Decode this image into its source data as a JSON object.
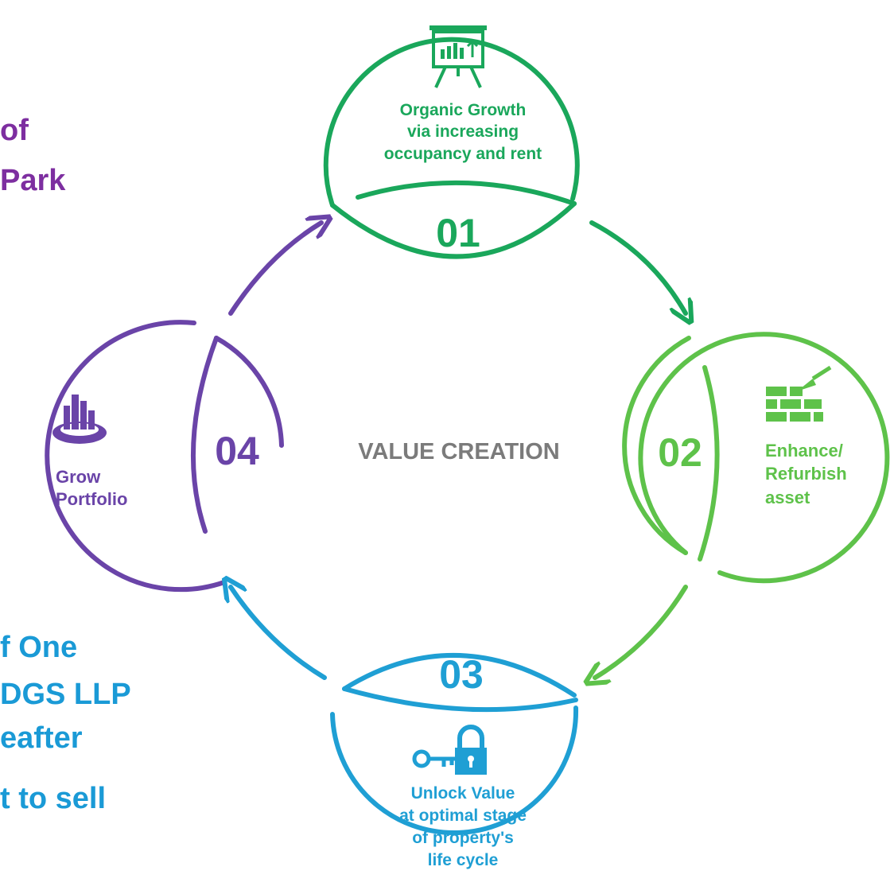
{
  "center_title": "VALUE CREATION",
  "left_text": {
    "top_line1": "of",
    "top_line2": "Park",
    "bottom_line1": "f One",
    "bottom_line2": "DGS LLP",
    "bottom_line3": "eafter",
    "bottom_line4": "t to sell"
  },
  "steps": [
    {
      "number": "01",
      "lines": [
        "Organic Growth",
        "via increasing",
        "occupancy and rent"
      ],
      "color": "#1aa75b",
      "icon": "presentation-chart-icon"
    },
    {
      "number": "02",
      "lines": [
        "Enhance/",
        "Refurbish",
        "asset"
      ],
      "color": "#5ec24a",
      "icon": "bricks-trowel-icon"
    },
    {
      "number": "03",
      "lines": [
        "Unlock Value",
        "at optimal stage",
        "of property's",
        "life cycle"
      ],
      "color": "#1f9fd4",
      "icon": "key-lock-icon"
    },
    {
      "number": "04",
      "lines": [
        "Grow",
        "Portfolio"
      ],
      "color": "#6a44a8",
      "icon": "buildings-icon"
    }
  ],
  "colors": {
    "purple_text": "#7d2ea0",
    "blue_text": "#1a9ad6",
    "center_grey": "#7b7b7b"
  }
}
